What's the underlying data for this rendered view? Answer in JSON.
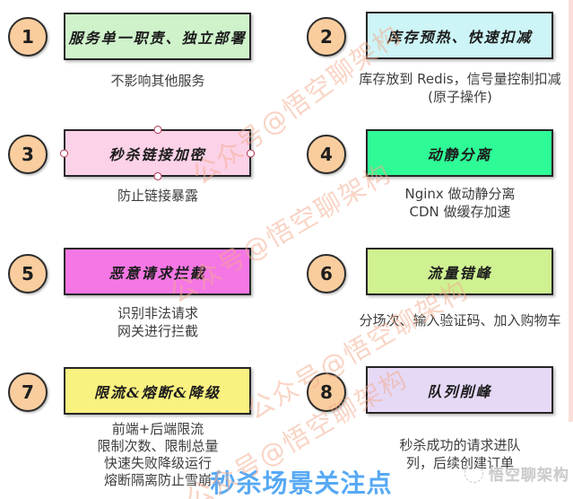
{
  "page": {
    "title": "秒杀场景关注点",
    "title_color": "#57a9f4",
    "background": "#ffffff"
  },
  "style_colors": {
    "badge_fill": "#f9cd9e",
    "border": "#262626",
    "desc_text": "#3d3d3d"
  },
  "items": [
    {
      "number": "1",
      "label": "服务单一职责、独立部署",
      "box_color": "#cff2cb",
      "selected": false,
      "desc_lines": [
        "不影响其他服务"
      ]
    },
    {
      "number": "2",
      "label": "库存预热、快速扣减",
      "box_color": "#cdf4f6",
      "selected": false,
      "desc_lines": [
        "库存放到 Redis，信号量控制扣减",
        "(原子操作)"
      ]
    },
    {
      "number": "3",
      "label": "秒杀链接加密",
      "box_color": "#fcd2e8",
      "selected": true,
      "desc_lines": [
        "防止链接暴露"
      ]
    },
    {
      "number": "4",
      "label": "动静分离",
      "box_color": "#2efa96",
      "selected": false,
      "desc_lines": [
        "Nginx 做动静分离",
        "CDN 做缓存加速"
      ]
    },
    {
      "number": "5",
      "label": "恶意请求拦截",
      "box_color": "#f577e5",
      "selected": false,
      "desc_lines": [
        "识别非法请求",
        "网关进行拦截"
      ]
    },
    {
      "number": "6",
      "label": "流量错峰",
      "box_color": "#cff191",
      "selected": false,
      "desc_lines": [
        "分场次、输入验证码、加入购物车"
      ]
    },
    {
      "number": "7",
      "label": "限流&熔断&降级",
      "box_color": "#f9f180",
      "selected": false,
      "desc_lines": [
        "前端+后端限流",
        "限制次数、限制总量",
        "快速失败降级运行",
        "熔断隔离防止雪崩"
      ]
    },
    {
      "number": "8",
      "label": "队列削峰",
      "box_color": "#e6d9f6",
      "selected": false,
      "desc_lines": [
        "秒杀成功的请求进队",
        "列，后续创建订单"
      ]
    }
  ],
  "watermarks": {
    "diagonal_text": "公众号@悟空聊架构",
    "diagonal_color": "#f4aa8c",
    "footer_text": "悟空聊架构"
  }
}
